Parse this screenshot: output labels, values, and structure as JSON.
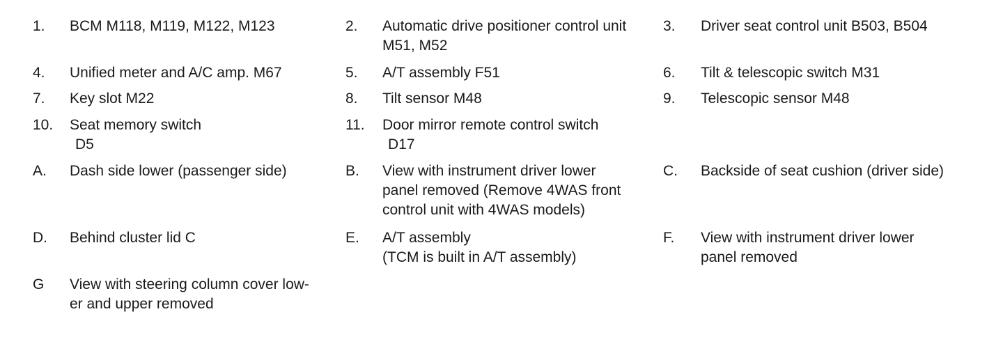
{
  "legend": {
    "rows": [
      [
        {
          "num": "1.",
          "lines": [
            "BCM M118, M119, M122, M123"
          ]
        },
        {
          "num": "2.",
          "lines": [
            "Automatic drive positioner control unit",
            "M51, M52"
          ]
        },
        {
          "num": "3.",
          "lines": [
            "Driver seat control unit B503, B504"
          ]
        }
      ],
      [
        {
          "num": "4.",
          "lines": [
            "Unified meter and A/C amp. M67"
          ]
        },
        {
          "num": "5.",
          "lines": [
            "A/T assembly F51"
          ]
        },
        {
          "num": "6.",
          "lines": [
            "Tilt & telescopic switch M31"
          ]
        }
      ],
      [
        {
          "num": "7.",
          "lines": [
            "Key slot M22"
          ]
        },
        {
          "num": "8.",
          "lines": [
            "Tilt sensor M48"
          ]
        },
        {
          "num": "9.",
          "lines": [
            "Telescopic sensor M48"
          ]
        }
      ],
      [
        {
          "num": "10.",
          "lines": [
            "Seat memory switch",
            "D5"
          ]
        },
        {
          "num": "11.",
          "lines": [
            "Door mirror remote control switch",
            "D17"
          ]
        },
        {
          "num": "",
          "lines": []
        }
      ],
      [
        {
          "num": "A.",
          "lines": [
            "Dash side lower (passenger side)"
          ]
        },
        {
          "num": "B.",
          "lines": [
            "View with instrument driver lower",
            "panel removed (Remove 4WAS front",
            "control unit with 4WAS models)"
          ]
        },
        {
          "num": "C.",
          "lines": [
            "Backside of seat cushion (driver side)"
          ]
        }
      ],
      [
        {
          "num": "D.",
          "lines": [
            "Behind cluster lid C"
          ]
        },
        {
          "num": "E.",
          "lines": [
            "A/T assembly",
            "(TCM is built in A/T assembly)"
          ]
        },
        {
          "num": "F.",
          "lines": [
            "View with instrument driver lower",
            "panel removed"
          ]
        }
      ],
      [
        {
          "num": "G",
          "lines": [
            "View with steering column cover low-",
            "er and upper removed"
          ]
        },
        {
          "num": "",
          "lines": []
        },
        {
          "num": "",
          "lines": []
        }
      ]
    ]
  }
}
